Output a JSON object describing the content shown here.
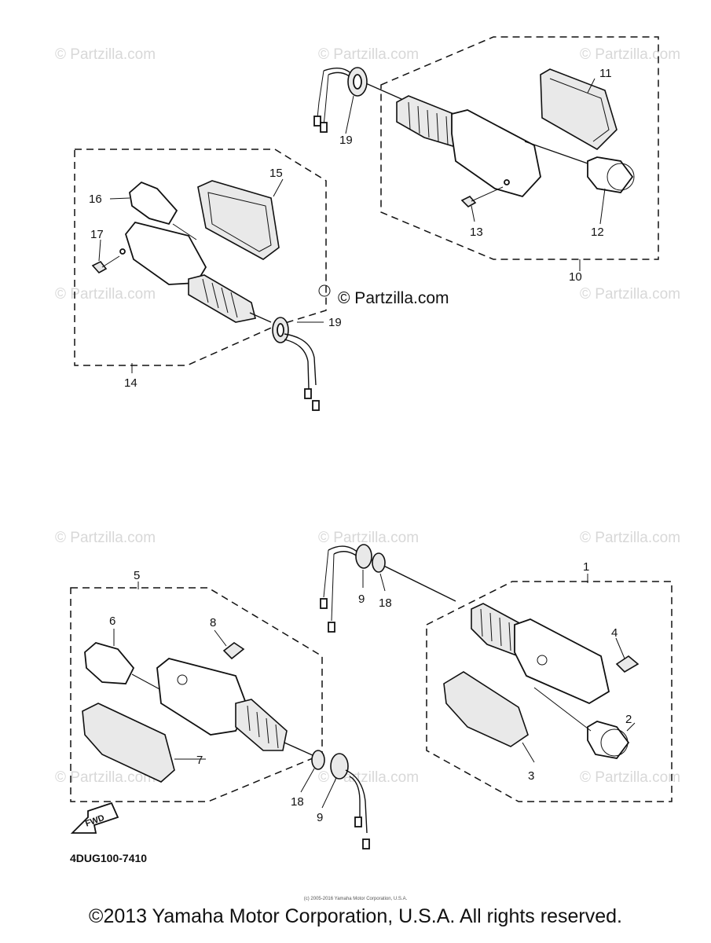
{
  "watermarks": {
    "text": "© Partzilla.com",
    "main": "© Partzilla.com"
  },
  "callouts": {
    "c1": "1",
    "c2": "2",
    "c3": "3",
    "c4": "4",
    "c5": "5",
    "c6": "6",
    "c7": "7",
    "c8": "8",
    "c9a": "9",
    "c9b": "9",
    "c10": "10",
    "c11": "11",
    "c12": "12",
    "c13": "13",
    "c14": "14",
    "c15": "15",
    "c16": "16",
    "c17": "17",
    "c18a": "18",
    "c18b": "18",
    "c19a": "19",
    "c19b": "19"
  },
  "fwd_label": "FWD",
  "diagram_code": "4DUG100-7410",
  "small_notice": "(c) 2005-2016 Yamaha Motor Corporation, U.S.A.",
  "copyright": "©2013 Yamaha Motor Corporation, U.S.A. All rights reserved."
}
